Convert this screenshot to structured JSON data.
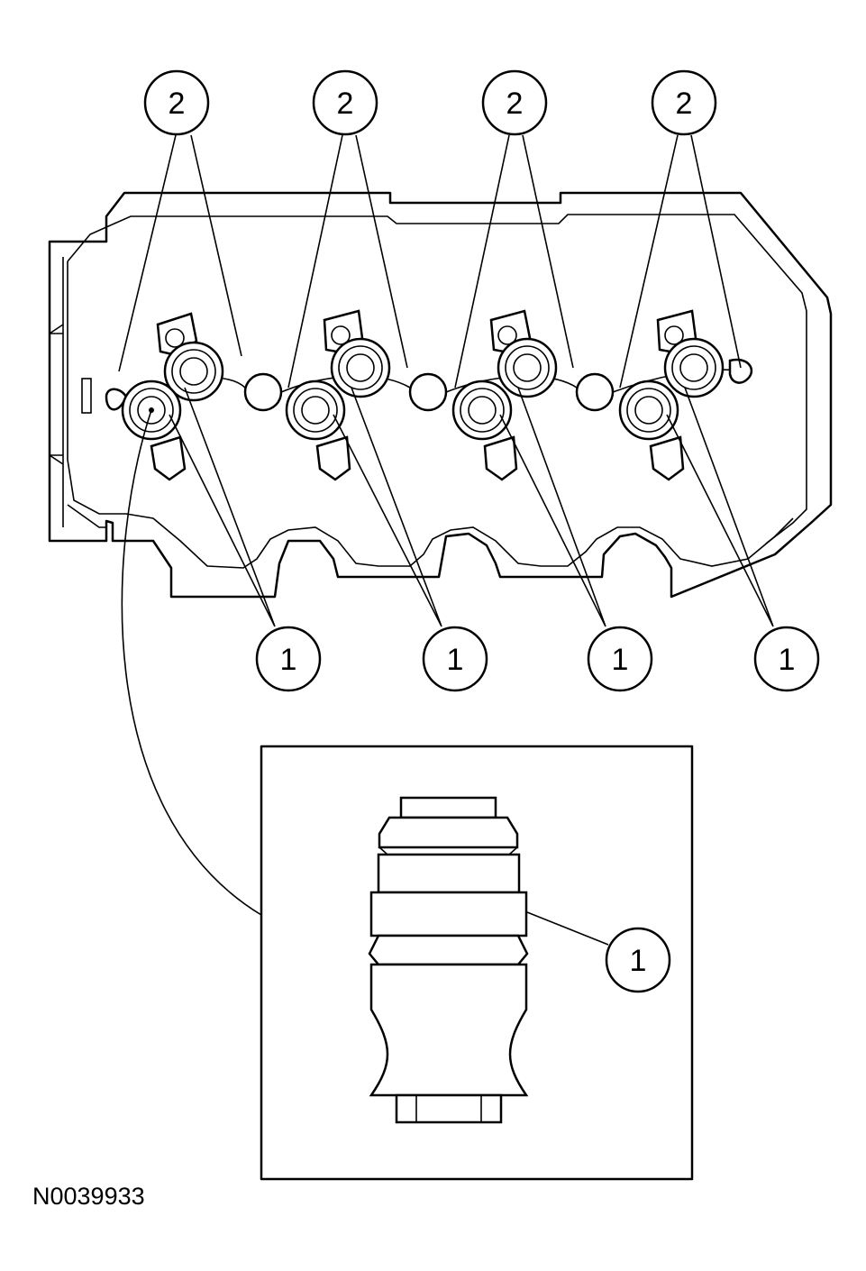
{
  "figure": {
    "reference_id": "N0039933",
    "callouts_top": [
      "2",
      "2",
      "2",
      "2"
    ],
    "callouts_bottom": [
      "1",
      "1",
      "1",
      "1"
    ],
    "callout_detail": "1"
  }
}
